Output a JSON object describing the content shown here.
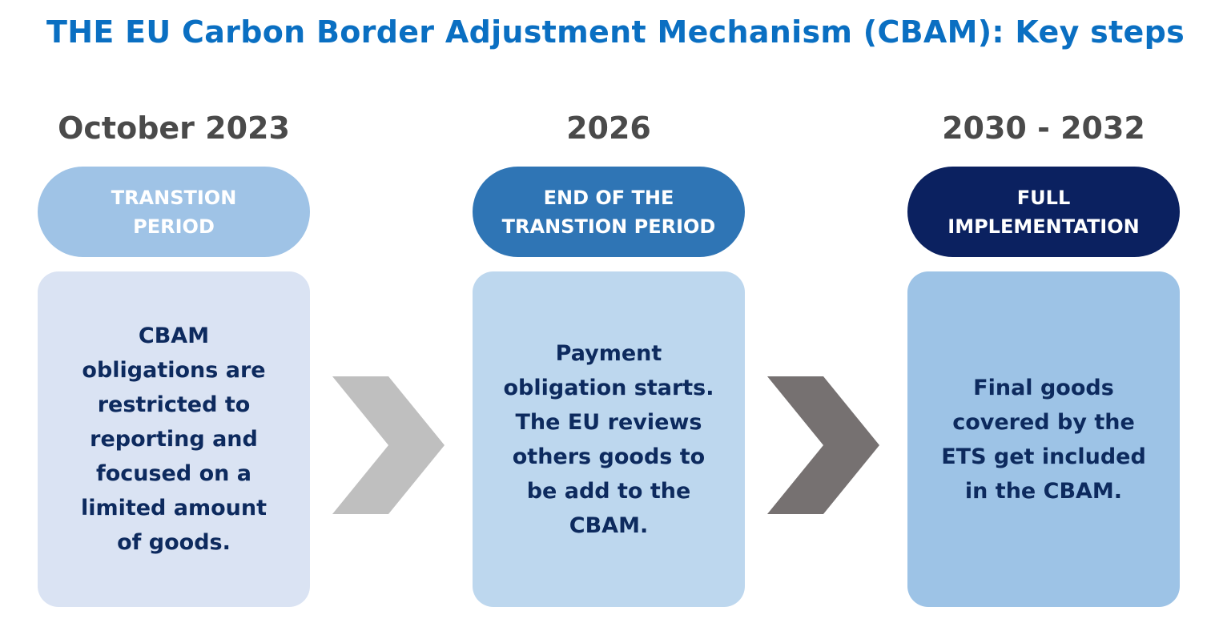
{
  "title": "THE EU Carbon Border Adjustment Mechanism (CBAM): Key steps",
  "steps": [
    {
      "date": "October 2023",
      "phase": "TRANSTION\nPERIOD",
      "description": "CBAM\nobligations are\nrestricted to\nreporting and\nfocused on a\nlimited amount\nof goods."
    },
    {
      "date": "2026",
      "phase": "END OF THE\nTRANSTION PERIOD",
      "description": "Payment\nobligation starts.\nThe EU reviews\nothers goods to\nbe add to the\nCBAM."
    },
    {
      "date": "2030 - 2032",
      "phase": "FULL\nIMPLEMENTATION",
      "description": "Final goods\ncovered by the\nETS get included\nin the CBAM."
    }
  ],
  "colors": {
    "title": "#0a6fc2",
    "date": "#4a4a4a",
    "pill_1": "#9fc3e6",
    "pill_2": "#2f75b5",
    "pill_3": "#0b2160",
    "box_1": "#dae3f3",
    "box_2": "#bdd7ee",
    "box_3": "#9dc3e6",
    "box_text": "#0d2a5e",
    "arrow_1": "#bfbfbf",
    "arrow_2": "#767171"
  },
  "icons": [
    "chevron-right-icon",
    "chevron-right-icon"
  ]
}
